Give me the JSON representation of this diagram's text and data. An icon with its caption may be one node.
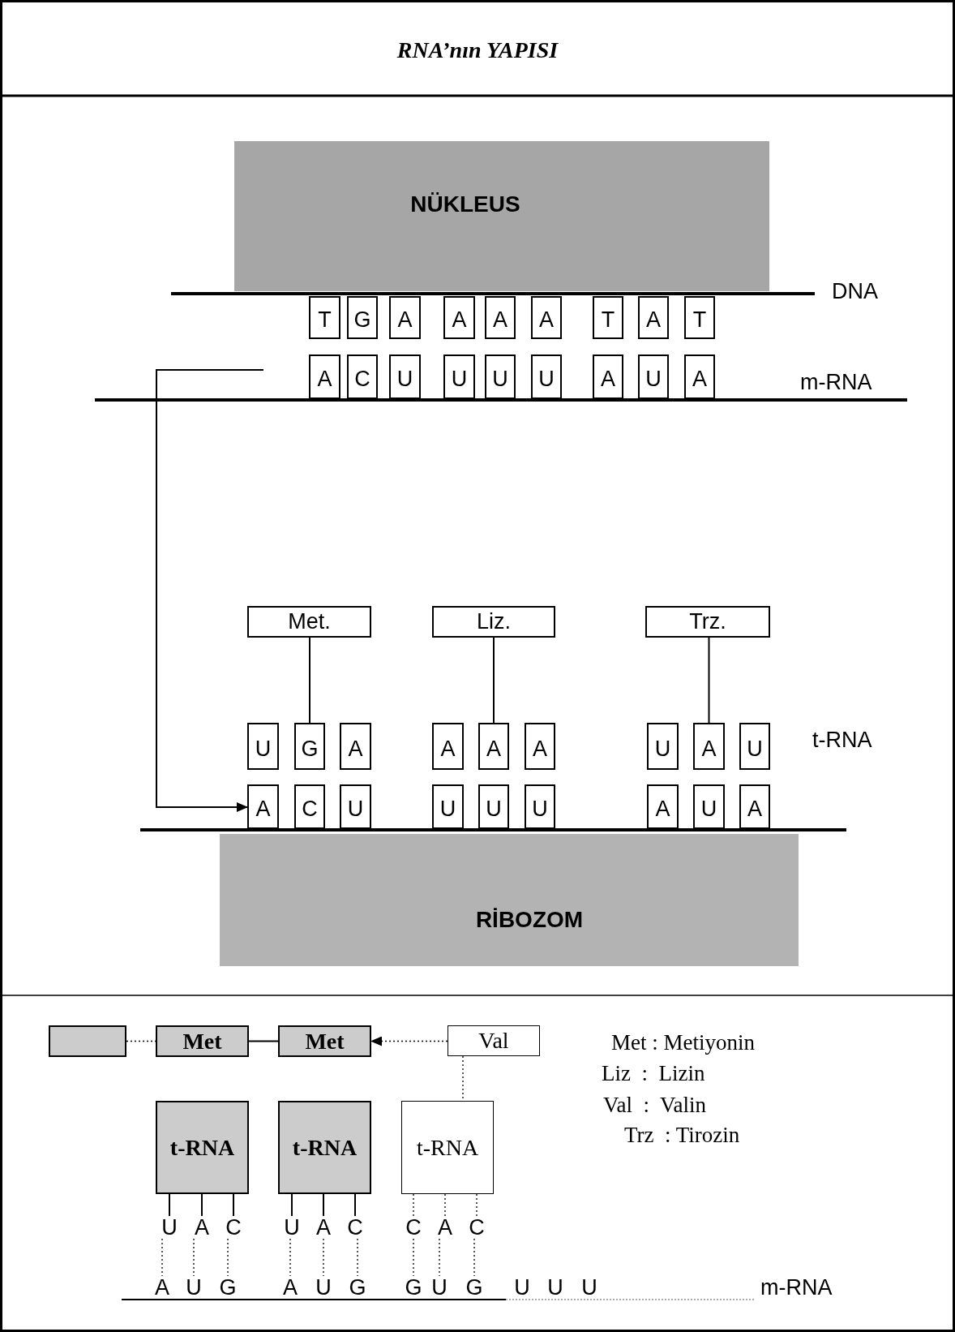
{
  "diagram": {
    "title": "RNA’nın  YAPISI",
    "nodes": [
      {
        "text": [
          "NÜKLEUS"
        ]
      },
      {
        "text": [
          "T"
        ]
      },
      {
        "text": [
          "G"
        ]
      },
      {
        "text": [
          "A"
        ]
      },
      {
        "text": [
          "A"
        ]
      },
      {
        "text": [
          "A"
        ]
      },
      {
        "text": [
          "A"
        ]
      },
      {
        "text": [
          "T"
        ]
      },
      {
        "text": [
          "A"
        ]
      },
      {
        "text": [
          "T"
        ]
      },
      {
        "text": [
          "A"
        ]
      },
      {
        "text": [
          "C"
        ]
      },
      {
        "text": [
          "U"
        ]
      },
      {
        "text": [
          "U"
        ]
      },
      {
        "text": [
          "U"
        ]
      },
      {
        "text": [
          "U"
        ]
      },
      {
        "text": [
          "A"
        ]
      },
      {
        "text": [
          "U"
        ]
      },
      {
        "text": [
          "A"
        ]
      },
      {
        "text": [
          "Met."
        ]
      },
      {
        "text": [
          "Liz."
        ]
      },
      {
        "text": [
          "Trz."
        ]
      },
      {
        "text": [
          "U"
        ]
      },
      {
        "text": [
          "G"
        ]
      },
      {
        "text": [
          "A"
        ]
      },
      {
        "text": [
          "A"
        ]
      },
      {
        "text": [
          "A"
        ]
      },
      {
        "text": [
          "A"
        ]
      },
      {
        "text": [
          "U"
        ]
      },
      {
        "text": [
          "A"
        ]
      },
      {
        "text": [
          "U"
        ]
      },
      {
        "text": [
          "A"
        ]
      },
      {
        "text": [
          "C"
        ]
      },
      {
        "text": [
          "U"
        ]
      },
      {
        "text": [
          "U"
        ]
      },
      {
        "text": [
          "U"
        ]
      },
      {
        "text": [
          "U"
        ]
      },
      {
        "text": [
          "A"
        ]
      },
      {
        "text": [
          "U"
        ]
      },
      {
        "text": [
          "A"
        ]
      },
      {
        "text": [
          "RİBOZOM"
        ]
      },
      {
        "text": [],
        "shape": "box"
      },
      {
        "text": [
          "Met"
        ]
      },
      {
        "text": [
          "Met"
        ]
      },
      {
        "text": [
          "Val"
        ]
      },
      {
        "text": [
          "t-RNA"
        ]
      },
      {
        "text": [
          "t-RNA"
        ]
      },
      {
        "text": [
          "t-RNA"
        ]
      },
      {
        "text": [
          "U"
        ]
      },
      {
        "text": [
          "A"
        ]
      },
      {
        "text": [
          "C"
        ]
      },
      {
        "text": [
          "U"
        ]
      },
      {
        "text": [
          "A"
        ]
      },
      {
        "text": [
          "C"
        ]
      },
      {
        "text": [
          "C"
        ]
      },
      {
        "text": [
          "A"
        ]
      },
      {
        "text": [
          "C"
        ]
      },
      {
        "text": [
          "A"
        ]
      },
      {
        "text": [
          "U"
        ]
      },
      {
        "text": [
          "G"
        ]
      },
      {
        "text": [
          "A"
        ]
      },
      {
        "text": [
          "U"
        ]
      },
      {
        "text": [
          "G"
        ]
      },
      {
        "text": [
          "G"
        ]
      },
      {
        "text": [
          "U"
        ]
      },
      {
        "text": [
          "G"
        ]
      },
      {
        "text": [
          "U"
        ]
      },
      {
        "text": [
          "U"
        ]
      },
      {
        "text": [
          "U"
        ]
      }
    ],
    "edges": [
      {
        "from": null,
        "to": 31,
        "arrow": "to"
      },
      {
        "from": 19,
        "to": 23,
        "arrow": "none"
      },
      {
        "from": 20,
        "to": 26,
        "arrow": "none"
      },
      {
        "from": 21,
        "to": 29,
        "arrow": "none"
      },
      {
        "from": 41,
        "to": 42,
        "arrow": "none",
        "style": "dashed"
      },
      {
        "from": 42,
        "to": 43,
        "arrow": "none"
      },
      {
        "from": 44,
        "to": 43,
        "arrow": "to",
        "style": "dashed"
      },
      {
        "from": 44,
        "to": 47,
        "arrow": "none",
        "style": "dashed"
      },
      {
        "from": 45,
        "to": 48,
        "arrow": "none"
      },
      {
        "from": 45,
        "to": 49,
        "arrow": "none"
      },
      {
        "from": 45,
        "to": 50,
        "arrow": "none"
      },
      {
        "from": 46,
        "to": 51,
        "arrow": "none"
      },
      {
        "from": 46,
        "to": 52,
        "arrow": "none"
      },
      {
        "from": 46,
        "to": 53,
        "arrow": "none"
      },
      {
        "from": 47,
        "to": 54,
        "arrow": "none",
        "style": "dashed"
      },
      {
        "from": 47,
        "to": 55,
        "arrow": "none",
        "style": "dashed"
      },
      {
        "from": 47,
        "to": 56,
        "arrow": "none",
        "style": "dashed"
      },
      {
        "from": 48,
        "to": 57,
        "arrow": "none",
        "style": "dashed"
      },
      {
        "from": 49,
        "to": 58,
        "arrow": "none",
        "style": "dashed"
      },
      {
        "from": 50,
        "to": 59,
        "arrow": "none",
        "style": "dashed"
      },
      {
        "from": 51,
        "to": 60,
        "arrow": "none",
        "style": "dashed"
      },
      {
        "from": 52,
        "to": 61,
        "arrow": "none",
        "style": "dashed"
      },
      {
        "from": 53,
        "to": 62,
        "arrow": "none",
        "style": "dashed"
      },
      {
        "from": 54,
        "to": 63,
        "arrow": "none",
        "style": "dashed"
      },
      {
        "from": 55,
        "to": 64,
        "arrow": "none",
        "style": "dashed"
      },
      {
        "from": 56,
        "to": 65,
        "arrow": "none",
        "style": "dashed"
      }
    ],
    "labels": [
      "DNA",
      "m-RNA",
      "t-RNA",
      "Met : Metiyonin",
      "Liz  :  Lizin",
      "Val  :  Valin",
      "Trz  : Tirozin",
      "m-RNA"
    ]
  }
}
